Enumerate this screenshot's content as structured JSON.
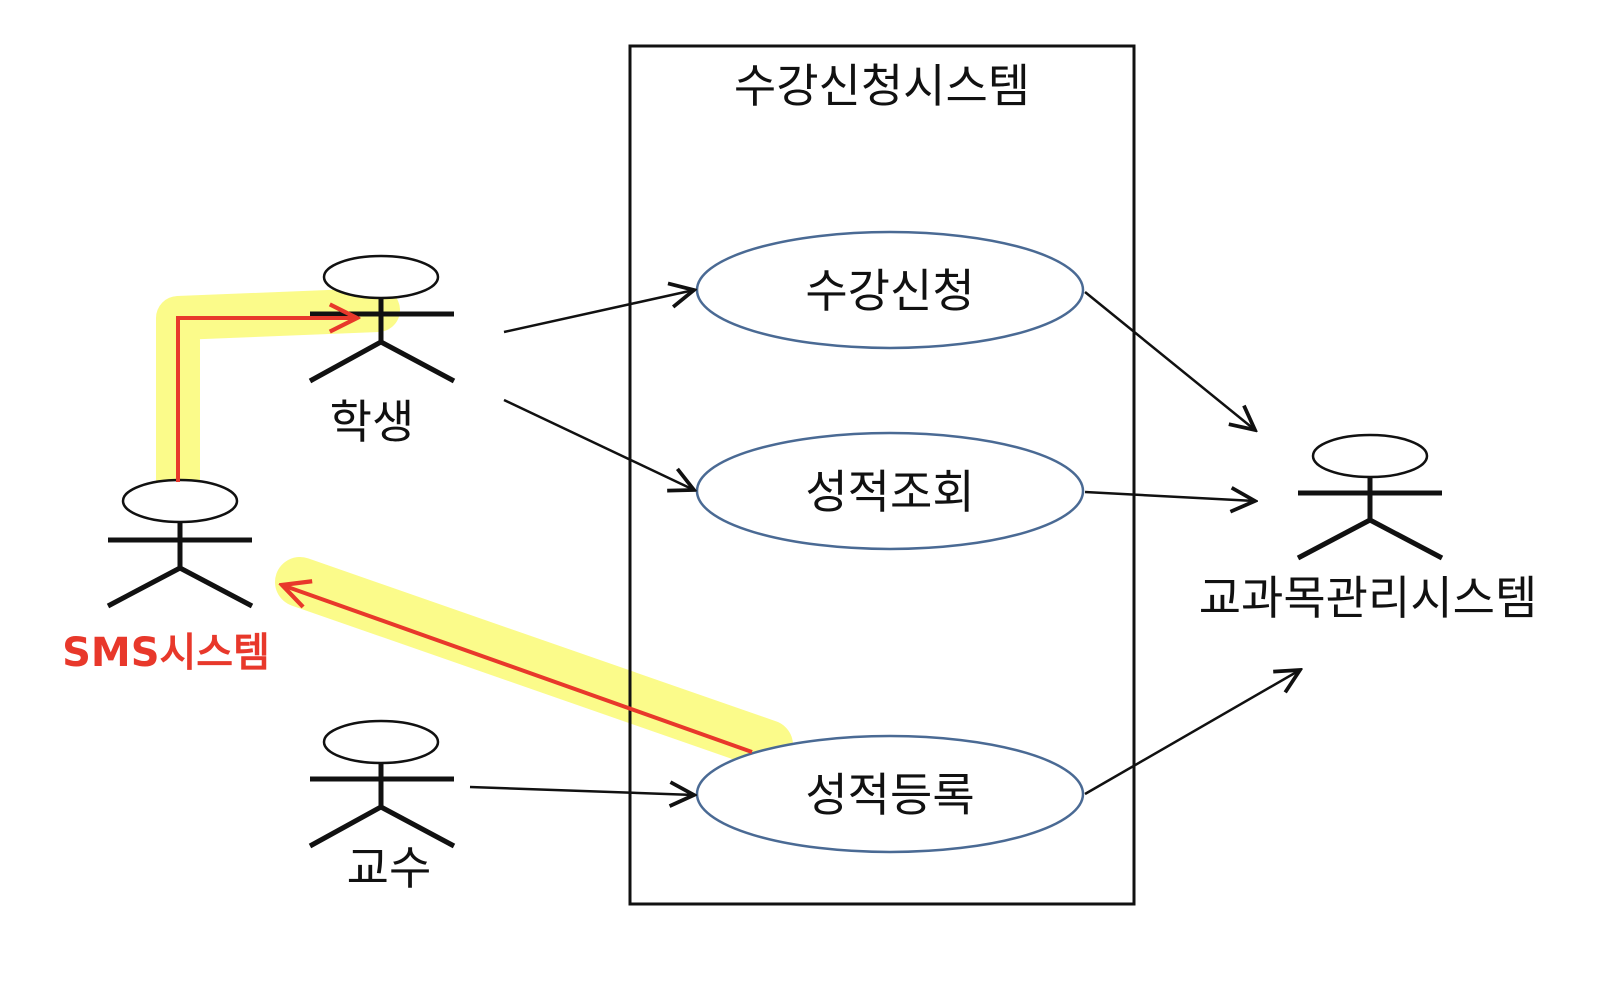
{
  "system": {
    "title": "수강신청시스템"
  },
  "use_cases": [
    {
      "id": "enroll",
      "label": "수강신청"
    },
    {
      "id": "grade-view",
      "label": "성적조회"
    },
    {
      "id": "grade-register",
      "label": "성적등록"
    }
  ],
  "actors": {
    "student": {
      "label": "학생"
    },
    "professor": {
      "label": "교수"
    },
    "sms": {
      "label": "SMS시스템"
    },
    "course_mgmt": {
      "label": "교과목관리시스템"
    }
  },
  "colors": {
    "highlight": "#fbfb8a",
    "accent_red": "#e8382b",
    "ellipse_stroke": "#4a6a94",
    "line": "#111111"
  }
}
